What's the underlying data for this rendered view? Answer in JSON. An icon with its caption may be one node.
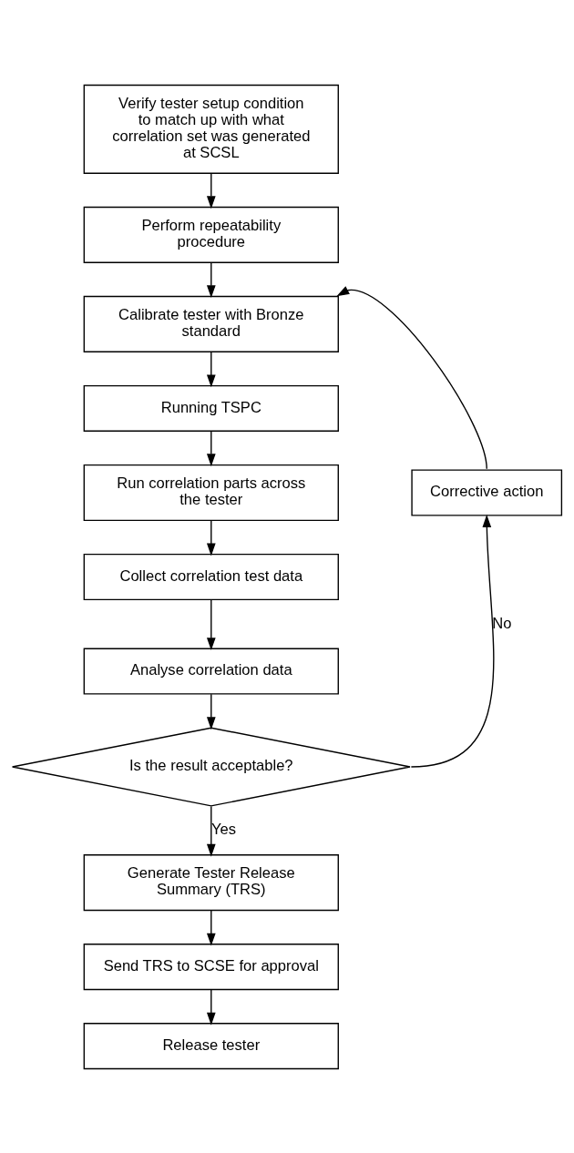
{
  "diagram": {
    "nodes": [
      {
        "text": [
          "Verify tester setup condition to match up with what correlation set was generated at SCSL"
        ]
      },
      {
        "text": [
          "Perform repeatability procedure"
        ]
      },
      {
        "text": [
          "Calibrate tester with Bronze standard"
        ]
      },
      {
        "text": [
          "Running TSPC"
        ]
      },
      {
        "text": [
          "Run correlation parts across the tester"
        ]
      },
      {
        "text": [
          "Collect correlation test data"
        ]
      },
      {
        "text": [
          "Analyse correlation data"
        ]
      },
      {
        "text": [
          "Is the result acceptable?"
        ]
      },
      {
        "text": [
          "Generate Tester Release Summary (TRS)"
        ]
      },
      {
        "text": [
          "Send TRS to SCSE for approval"
        ]
      },
      {
        "text": [
          "Release tester"
        ]
      },
      {
        "text": [
          "Corrective action"
        ]
      }
    ],
    "edges": [
      {
        "from": 0,
        "to": 1,
        "arrow": "to"
      },
      {
        "from": 1,
        "to": 2,
        "arrow": "to"
      },
      {
        "from": 2,
        "to": 3,
        "arrow": "to"
      },
      {
        "from": 3,
        "to": 4,
        "arrow": "to"
      },
      {
        "from": 4,
        "to": 5,
        "arrow": "to"
      },
      {
        "from": 5,
        "to": 6,
        "arrow": "to"
      },
      {
        "from": 6,
        "to": 7,
        "arrow": "to"
      },
      {
        "from": 7,
        "to": 8,
        "arrow": "to",
        "label": "Yes"
      },
      {
        "from": 8,
        "to": 9,
        "arrow": "to"
      },
      {
        "from": 9,
        "to": 10,
        "arrow": "to"
      },
      {
        "from": 7,
        "to": 11,
        "arrow": "to",
        "label": "No"
      },
      {
        "from": 11,
        "to": 2,
        "arrow": "to"
      }
    ]
  }
}
